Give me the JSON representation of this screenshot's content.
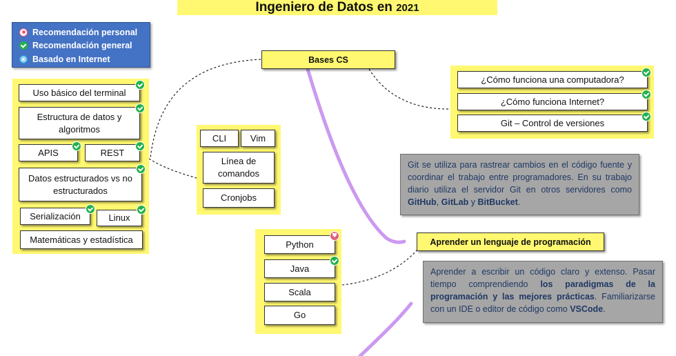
{
  "title": {
    "main": "Ingeniero de Datos en",
    "year": "2021"
  },
  "legend": {
    "items": [
      {
        "icon": "heart-icon",
        "label": "Recomendación personal"
      },
      {
        "icon": "check-icon",
        "label": "Recomendación general"
      },
      {
        "icon": "globe-icon",
        "label": "Basado en Internet"
      }
    ]
  },
  "central": {
    "label": "Bases CS"
  },
  "left_group": {
    "terminal": "Uso básico del terminal",
    "estructura": "Estructura de datos y algoritmos",
    "apis": "APIS",
    "rest": "REST",
    "datos": "Datos estructurados vs no estructurados",
    "serializacion": "Serialización",
    "linux": "Linux",
    "matematicas": "Matemáticas y estadística"
  },
  "cli_group": {
    "cli": "CLI",
    "vim": "Vim",
    "linea": "Línea de comandos",
    "cronjobs": "Cronjobs"
  },
  "right_group": {
    "computadora": "¿Cómo funciona una computadora?",
    "internet": "¿Cómo funciona Internet?",
    "git": "Git – Control de versiones"
  },
  "git_note": {
    "text_before": "Git se utiliza para rastrear cambios en el código fuente y coordinar el trabajo entre programadores. En su trabajo diario utiliza el servidor Git en otros servidores como",
    "github": "GitHub",
    "comma": ",",
    "gitlab": "GitLab",
    "y": "y",
    "bitbucket": "BitBucket",
    "period": "."
  },
  "lang_header": {
    "label": "Aprender un lenguaje de programación"
  },
  "lang_group": {
    "python": "Python",
    "java": "Java",
    "scala": "Scala",
    "go": "Go"
  },
  "lang_note": {
    "text_before": "Aprender a escribir un código claro y extenso. Pasar tiempo comprendiendo",
    "paradigms": "los paradigmas de la programación y las mejores prácticas",
    "text_mid": ". Familiarizarse con un IDE o editor de código como",
    "vscode": "VSCode",
    "period": "."
  },
  "colors": {
    "panel_yellow": "#fff870",
    "legend_blue": "#4472c4",
    "note_gray": "#a6a6a6",
    "connector_purple": "#cc99f0",
    "check_green": "#22b14c",
    "heart_pink": "#e0607a",
    "globe_blue": "#3aa8e0"
  }
}
